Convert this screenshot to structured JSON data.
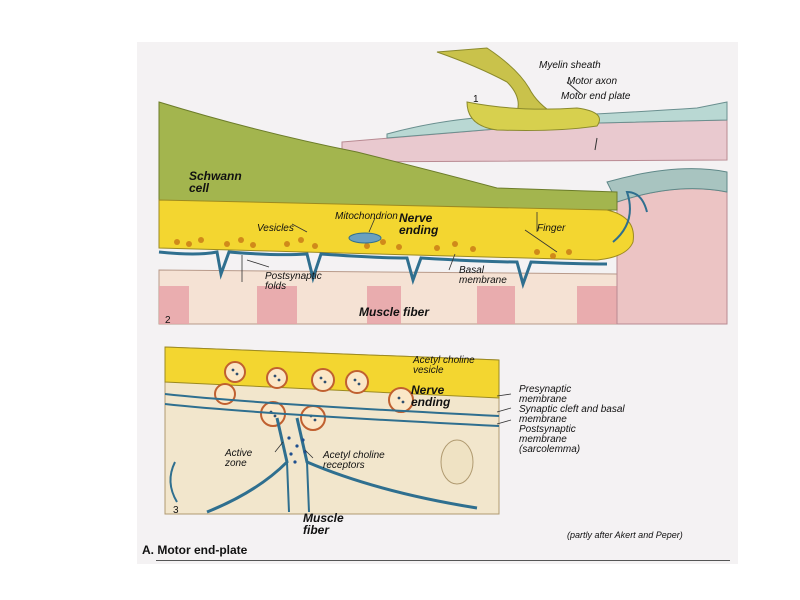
{
  "figure": {
    "caption": "A. Motor end-plate",
    "credit": "(partly after Akert and Peper)",
    "panels": [
      {
        "number": "1",
        "labels": [
          "Myelin sheath",
          "Motor axon",
          "Motor end plate"
        ]
      },
      {
        "number": "2",
        "labels": [
          "Schwann cell",
          "Vesicles",
          "Mitochondrion",
          "Nerve ending",
          "Finger",
          "Postsynaptic folds",
          "Basal membrane",
          "Muscle fiber"
        ]
      },
      {
        "number": "3",
        "labels": [
          "Acetyl choline vesicle",
          "Nerve ending",
          "Presynaptic membrane",
          "Synaptic cleft and basal membrane",
          "Postsynaptic membrane (sarcolemma)",
          "Active zone",
          "Acetyl choline receptors",
          "Muscle fiber"
        ]
      }
    ]
  },
  "colors": {
    "nerve": "#f3d630",
    "schwann": "#9fb24a",
    "muscle": "#f2dfcf",
    "muscle_band": "#e7a3a8",
    "membrane": "#2f6f8f"
  }
}
